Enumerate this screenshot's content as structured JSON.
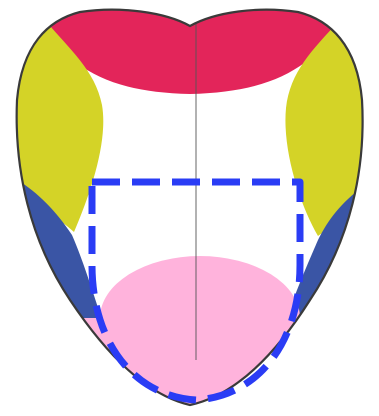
{
  "diagram": {
    "regions": [
      {
        "name": "tip-region",
        "color": "#ffb3dc"
      },
      {
        "name": "left-side-front-region",
        "color": "#3a55a5"
      },
      {
        "name": "right-side-front-region",
        "color": "#3a55a5"
      },
      {
        "name": "left-side-back-region",
        "color": "#d4d327"
      },
      {
        "name": "right-side-back-region",
        "color": "#d4d327"
      },
      {
        "name": "back-region",
        "color": "#e3255a"
      }
    ],
    "outline_color": "#3a3a3a",
    "midline_color": "#555555",
    "highlight": {
      "shape": "dashed-u",
      "color": "#2a3cf5"
    }
  }
}
